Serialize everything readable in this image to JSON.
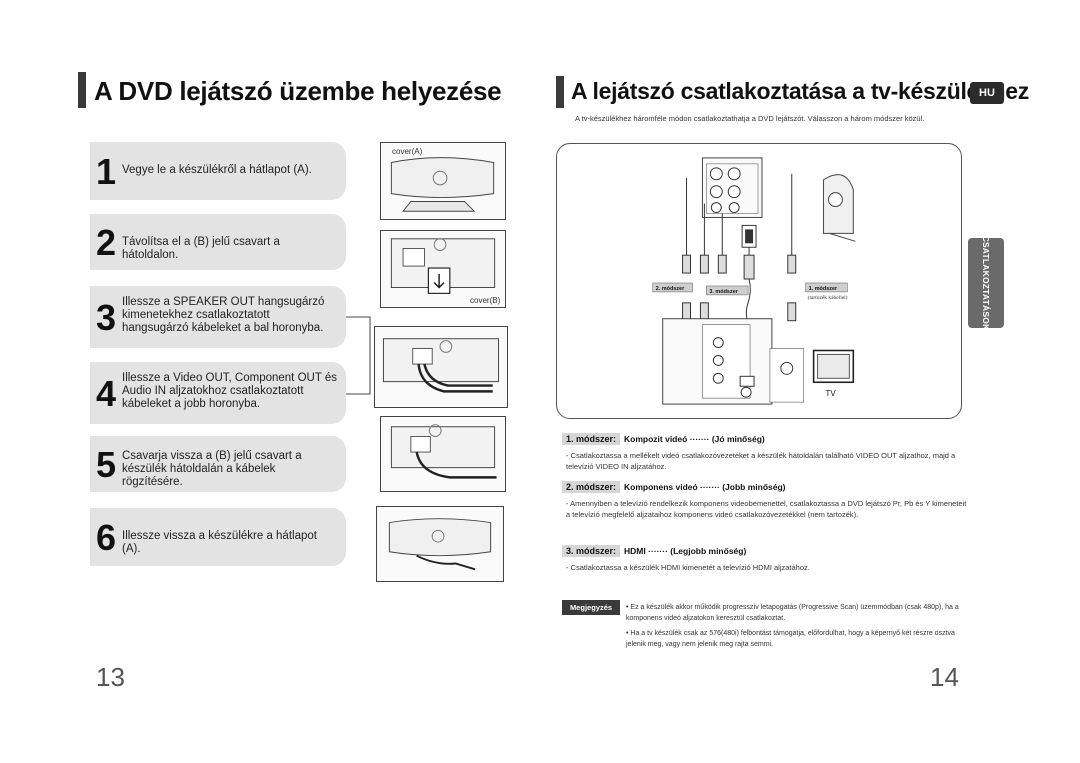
{
  "left": {
    "title": "A DVD lejátszó üzembe helyezése",
    "steps": [
      {
        "num": "1",
        "text": "Vegye le a készülékről a hátlapot (A)."
      },
      {
        "num": "2",
        "text": "Távolítsa el a (B) jelű csavart a hátoldalon."
      },
      {
        "num": "3",
        "text": "Illessze a SPEAKER OUT hangsugárzó kimenetekhez csatlakoztatott hangsugárzó kábeleket a bal horonyba."
      },
      {
        "num": "4",
        "text": "Illessze a Video OUT, Component OUT és Audio IN aljzatokhoz csatlakoztatott kábeleket a jobb horonyba."
      },
      {
        "num": "5",
        "text": "Csavarja vissza a (B) jelű csavart a készülék hátoldalán a kábelek rögzítésére."
      },
      {
        "num": "6",
        "text": "Illessze vissza a készülékre a hátlapot (A)."
      }
    ],
    "labels": {
      "cover_a": "cover(A)",
      "cover_b": "cover(B)"
    },
    "page_number": "13"
  },
  "right": {
    "title": "A lejátszó csatlakoztatása a tv-készülékhez",
    "lang_badge": "HU",
    "intro": "A tv-készülékhez háromféle módon csatlakoztathatja a DVD lejátszót. Válasszon a három módszer közül.",
    "diagram": {
      "method2": "2. módszer",
      "method3": "3. módszer",
      "method1": "1. módszer",
      "accessory": "(tartozék kábellel)",
      "tv": "TV"
    },
    "side_tab": "CSATLAKOZTATÁSOK",
    "methods": [
      {
        "tag": "1. módszer:",
        "name": "Kompozit videó ······· (Jó minőség)",
        "desc": "- Csatlakoztassa a mellékelt videó csatlakozóvezetéket a készülék hátoldalán található VIDEO OUT aljzathoz, majd a televízió VIDEO IN aljzatához."
      },
      {
        "tag": "2. módszer:",
        "name": "Komponens videó ······· (Jobb minőség)",
        "desc": "- Amennyiben a televízió rendelkezik komponens videobemenettel, csatlakoztassa a DVD lejátszó Pr, Pb és Y kimeneteit a televízió megfelelő aljzataihoz komponens videó csatlakozóvezetékkel (nem tartozék)."
      },
      {
        "tag": "3. módszer:",
        "name": "HDMI ······· (Legjobb minőség)",
        "desc": "- Csatlakoztassa a  készülék HDMI kimenetét a televízió HDMI aljzatához."
      }
    ],
    "note": {
      "tag": "Megjegyzés",
      "items": [
        "• Ez a készülék akkor működik progresszív letapogatás (Progressive Scan) üzemmódban (csak 480p), ha a komponens videó aljzatokon keresztül csatlakoztat.",
        "• Ha a tv készülék csak az 576(480i) felbontást támogatja, előfordulhat, hogy a képernyő két részre osztva jelenik meg, vagy nem jelenik meg rajta semmi."
      ]
    },
    "page_number": "14"
  }
}
